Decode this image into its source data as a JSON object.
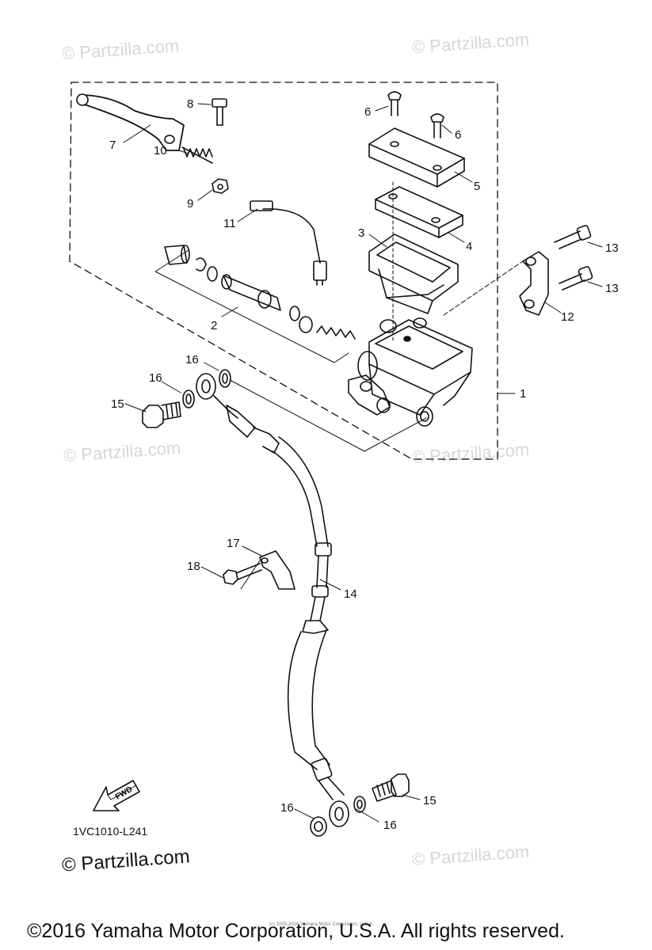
{
  "watermarks": [
    "© Partzilla.com",
    "© Partzilla.com",
    "© Partzilla.com",
    "© Partzilla.com",
    "© Partzilla.com"
  ],
  "callouts": [
    "1",
    "2",
    "3",
    "4",
    "5",
    "6",
    "6",
    "7",
    "8",
    "9",
    "10",
    "11",
    "12",
    "13",
    "13",
    "14",
    "15",
    "15",
    "16",
    "16",
    "16",
    "16",
    "17",
    "18"
  ],
  "fwd_label": "FWD",
  "diagram_code": "1VC1010-L241",
  "partzilla_mark": "© Partzilla.com",
  "fine_print": "(c) 2005-2016 Yamaha Motor Corporation, U.S.A.",
  "copyright": "©2016 Yamaha Motor Corporation, U.S.A. All rights reserved."
}
